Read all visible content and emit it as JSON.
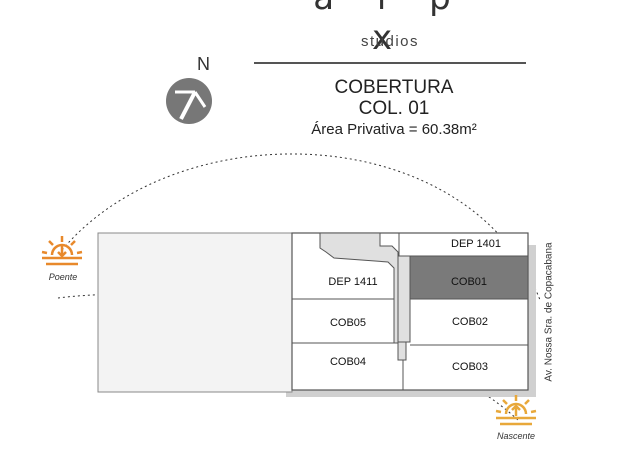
{
  "brand": {
    "logo_text": "a i p x",
    "subtitle": "studios"
  },
  "header": {
    "title": "COBERTURA",
    "subtitle": "COL. 01",
    "area": "Área Privativa = 60.38m²"
  },
  "compass": {
    "north_label": "N",
    "icon": "north-arrow-icon"
  },
  "sun": {
    "west_label": "Poente",
    "east_label": "Nascente",
    "color": "#e8892b",
    "icon": "sun-icon"
  },
  "street": {
    "name": "Av. Nossa Sra. de Copacabana"
  },
  "units": {
    "dep1401": "DEP 1401",
    "dep1411": "DEP 1411",
    "cob01": "COB01",
    "cob02": "COB02",
    "cob03": "COB03",
    "cob04": "COB04",
    "cob05": "COB05"
  },
  "colors": {
    "highlight": "#7a7a7a",
    "wall": "#e0e0e0",
    "terrace": "#f3f3f3"
  }
}
